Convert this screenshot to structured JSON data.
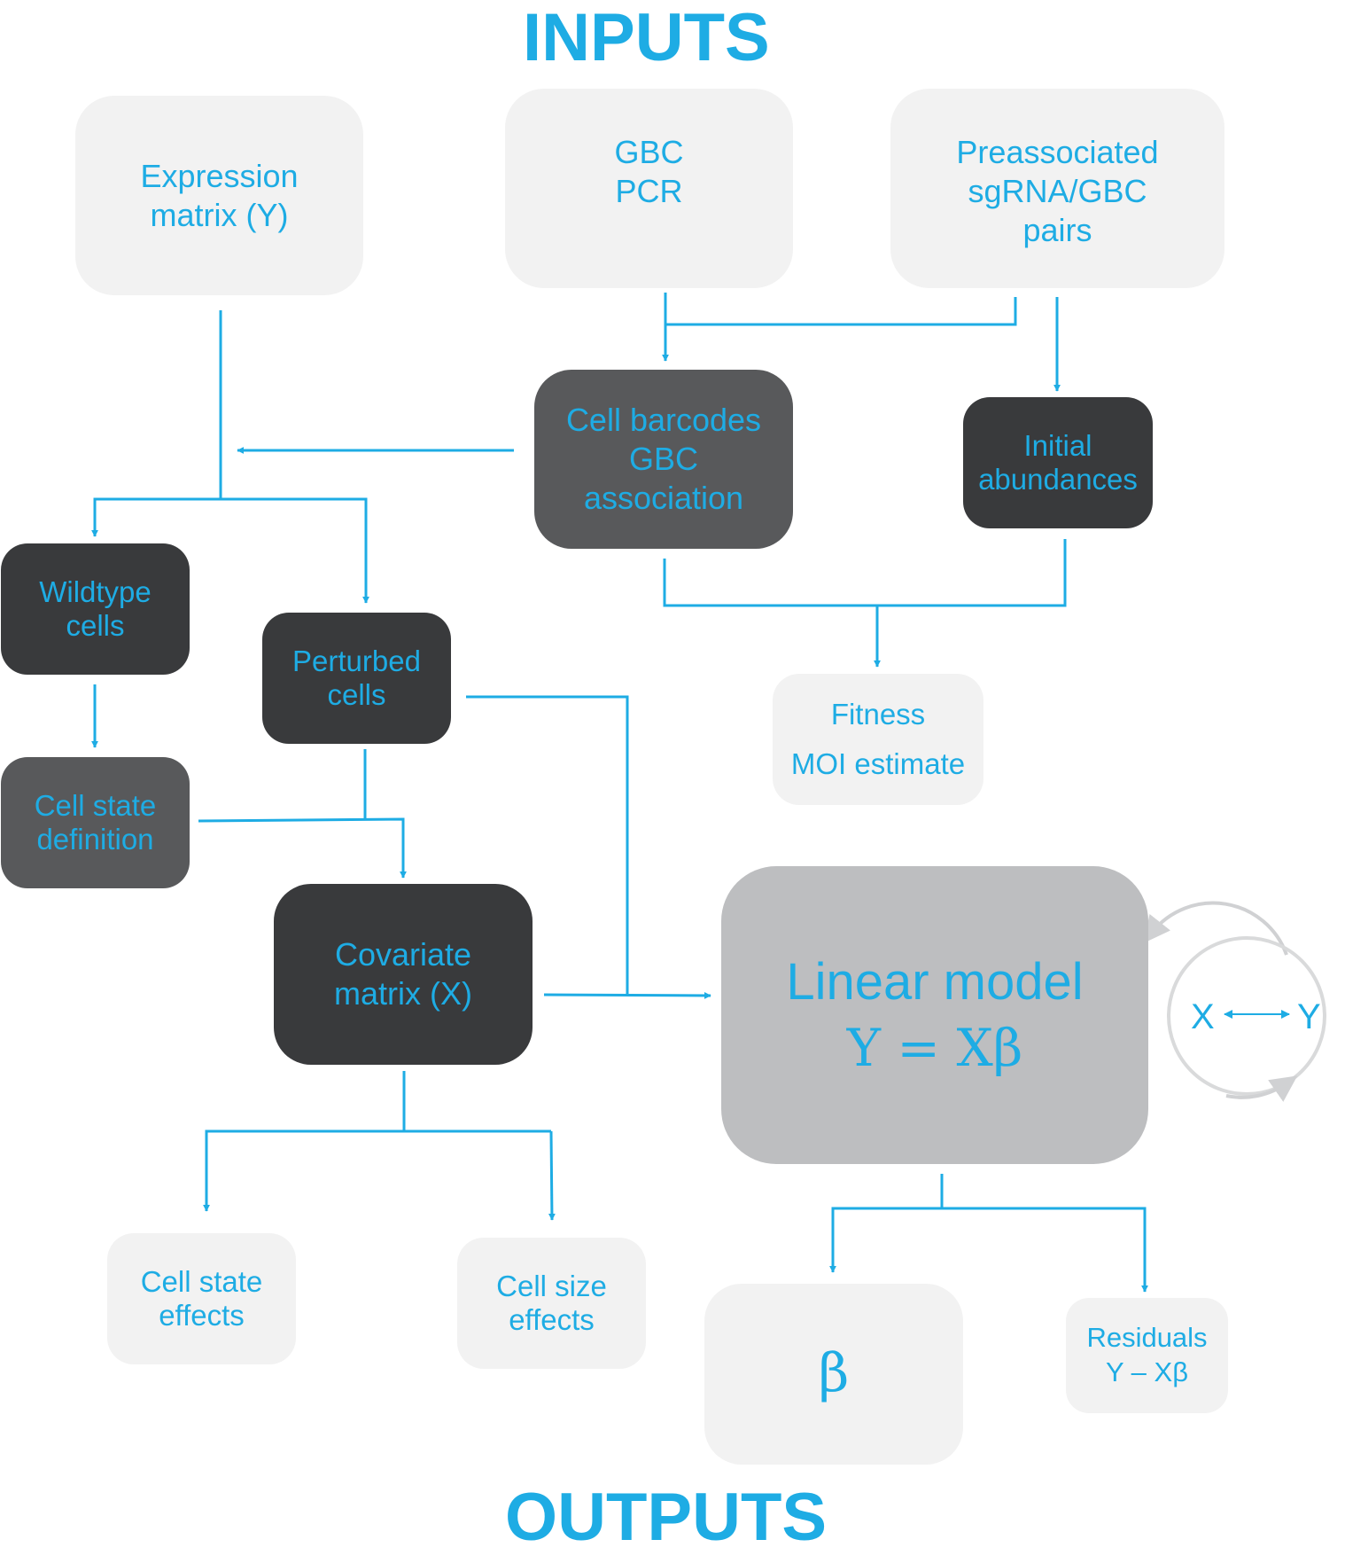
{
  "headings": {
    "inputs": "INPUTS",
    "outputs": "OUTPUTS"
  },
  "nodes": {
    "expression_matrix": [
      "Expression",
      "matrix (Y)"
    ],
    "gbc_pcr": [
      "GBC",
      "PCR"
    ],
    "preassociated_pairs": [
      "Preassociated",
      "sgRNA/GBC",
      "pairs"
    ],
    "cell_barcode_gbc_association": [
      "Cell barcodes",
      "GBC",
      "association"
    ],
    "initial_abundances": [
      "Initial",
      "abundances"
    ],
    "wildtype_cells": [
      "Wildtype",
      "cells"
    ],
    "perturbed_cells": [
      "Perturbed",
      "cells"
    ],
    "fitness_moi": [
      "Fitness",
      "MOI estimate"
    ],
    "cell_state_definition": [
      "Cell state",
      "definition"
    ],
    "covariate_matrix": [
      "Covariate",
      "matrix (X)"
    ],
    "linear_model": [
      "Linear model",
      "Y = Xβ"
    ],
    "cell_state_effects": [
      "Cell state",
      "effects"
    ],
    "cell_size_effects": [
      "Cell size",
      "effects"
    ],
    "beta": [
      "β"
    ],
    "residuals": [
      "Residuals",
      "Y – Xβ"
    ]
  },
  "iteration_cycle": {
    "left": "X",
    "right": "Y"
  },
  "colors": {
    "accent": "#1eace4",
    "box_light": "#f2f2f2",
    "box_mid": "#58595b",
    "box_dark": "#393a3c",
    "box_model": "#bdbec0",
    "cycle_arrow": "#d0d1d3"
  }
}
